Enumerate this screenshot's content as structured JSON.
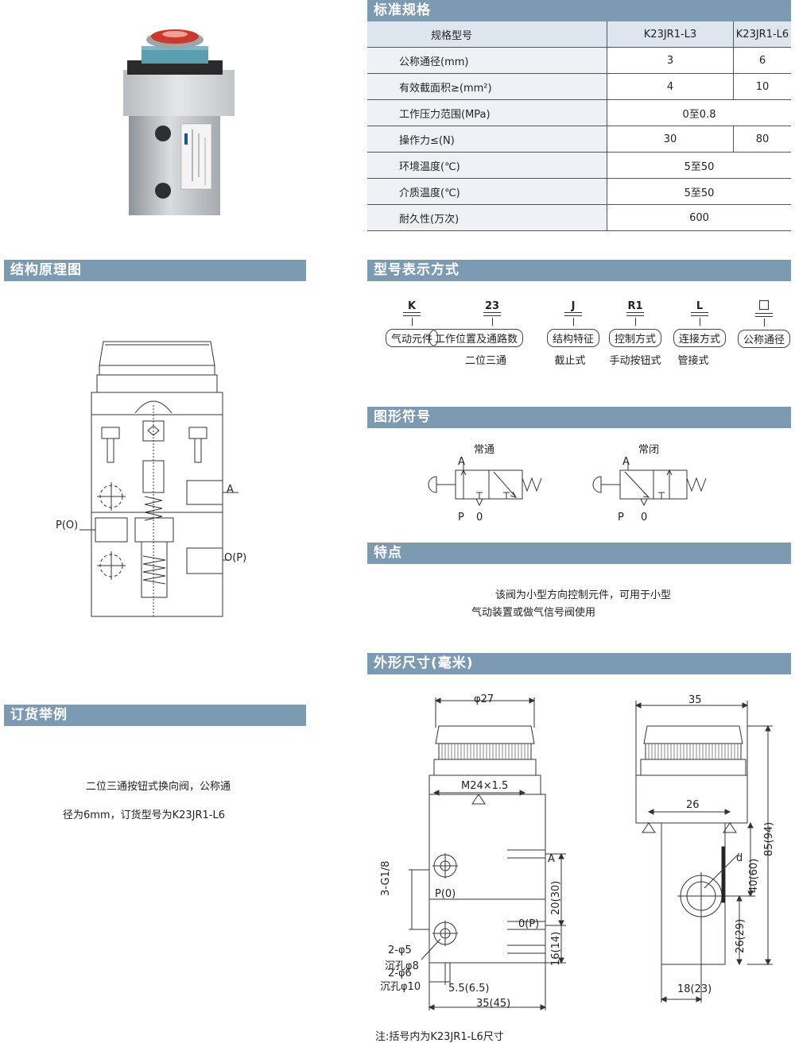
{
  "sections": {
    "spec_title": "标准规格",
    "structure_title": "结构原理图",
    "model_title": "型号表示方式",
    "symbol_title": "图形符号",
    "feature_title": "特点",
    "dims_title": "外形尺寸(毫米)",
    "order_title": "订货举例"
  },
  "spec": {
    "header": [
      "规格型号",
      "K23JR1-L3",
      "K23JR1-L6"
    ],
    "rows": [
      {
        "label": "公称通径(mm)",
        "v1": "3",
        "v2": "6"
      },
      {
        "label": "有效截面积≥(mm²)",
        "v1": "4",
        "v2": "10"
      },
      {
        "label": "工作压力范围(MPa)",
        "span": "0至0.8"
      },
      {
        "label": "操作力≤(N)",
        "v1": "30",
        "v2": "80"
      },
      {
        "label": "环境温度(℃)",
        "span": "5至50"
      },
      {
        "label": "介质温度(℃)",
        "span": "5至50"
      },
      {
        "label": "耐久性(万次)",
        "span": "600"
      }
    ]
  },
  "structure_labels": {
    "a": "A",
    "p": "P(O)",
    "o": "O(P)"
  },
  "model": {
    "items": [
      {
        "code": "K",
        "name": "气动元件",
        "sub": ""
      },
      {
        "code": "23",
        "name": "工作位置及通路数",
        "sub": "二位三通"
      },
      {
        "code": "J",
        "name": "结构特征",
        "sub": "截止式"
      },
      {
        "code": "R1",
        "name": "控制方式",
        "sub": "手动按钮式"
      },
      {
        "code": "L",
        "name": "连接方式",
        "sub": "管接式"
      },
      {
        "code": "",
        "name": "公称通径",
        "sub": ""
      }
    ]
  },
  "symbols": {
    "normally_open": "常通",
    "normally_closed": "常闭",
    "port_a": "A",
    "port_p": "P",
    "port_o": "0"
  },
  "feature": {
    "line1": "该阀为小型方向控制元件，可用于小型",
    "line2": "气动装置或做气信号阀使用"
  },
  "dims": {
    "phi27": "φ27",
    "m24": "M24×1.5",
    "thread": "3-G1/8",
    "a": "A",
    "p0": "P(0)",
    "o_p": "0(P)",
    "d20": "20(30)",
    "d16": "16(14)",
    "h1": "2-φ5",
    "h2": "沉孔φ8",
    "h3": "2-φ6",
    "h4": "沉孔φ10",
    "d55": "5.5(6.5)",
    "d35w": "35(45)",
    "d35": "35",
    "d26w": "26",
    "dd": "d",
    "d85": "85(94)",
    "d40": "40(60)",
    "d26h": "26(29)",
    "d18": "18(23)",
    "note": "注:括号内为K23JR1-L6尺寸"
  },
  "order": {
    "line1": "二位三通按钮式换向阀，公称通",
    "line2": "径为6mm，订货型号为K23JR1-L6"
  }
}
